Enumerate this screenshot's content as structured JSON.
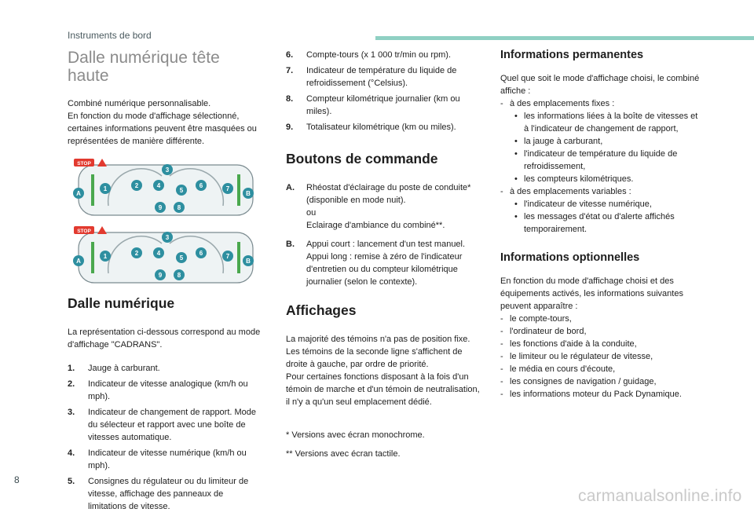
{
  "header": {
    "title": "Instruments de bord"
  },
  "page_number": "8",
  "watermark": "carmanualsonline.info",
  "col1": {
    "main_title": "Dalle numérique tête haute",
    "intro": "Combiné numérique personnalisable.\nEn fonction du mode d'affichage sélectionné, certaines informations peuvent être masquées ou représentées de manière différente.",
    "section_title": "Dalle numérique",
    "section_text": "La représentation ci-dessous correspond au mode d'affichage \"CADRANS\".",
    "items": [
      {
        "n": "1.",
        "t": "Jauge à carburant."
      },
      {
        "n": "2.",
        "t": "Indicateur de vitesse analogique (km/h ou mph)."
      },
      {
        "n": "3.",
        "t": "Indicateur de changement de rapport. Mode du sélecteur et rapport avec une boîte de vitesses automatique."
      },
      {
        "n": "4.",
        "t": "Indicateur de vitesse numérique (km/h ou mph)."
      },
      {
        "n": "5.",
        "t": "Consignes du régulateur ou du limiteur de vitesse, affichage des panneaux de limitations de vitesse."
      }
    ]
  },
  "diagram": {
    "stop_label": "STOP",
    "number_labels": [
      "1",
      "2",
      "3",
      "4",
      "5",
      "6",
      "7",
      "8",
      "9"
    ],
    "letter_labels": [
      "A",
      "B"
    ]
  },
  "col2": {
    "items": [
      {
        "n": "6.",
        "t": "Compte-tours (x 1 000 tr/min ou rpm)."
      },
      {
        "n": "7.",
        "t": "Indicateur de température du liquide de refroidissement (°Celsius)."
      },
      {
        "n": "8.",
        "t": "Compteur kilométrique journalier (km ou miles)."
      },
      {
        "n": "9.",
        "t": "Totalisateur kilométrique (km ou miles)."
      }
    ],
    "buttons_title": "Boutons de commande",
    "buttons": [
      {
        "n": "A.",
        "t": "Rhéostat d'éclairage du poste de conduite* (disponible en mode nuit).\nou\nEclairage d'ambiance du combiné**."
      },
      {
        "n": "B.",
        "t": "Appui court : lancement d'un test manuel.\nAppui long : remise à zéro de l'indicateur d'entretien ou du compteur kilométrique journalier (selon le contexte)."
      }
    ],
    "affichages_title": "Affichages",
    "affichages_text": "La majorité des témoins n'a pas de position fixe.\nLes témoins de la seconde ligne s'affichent de droite à gauche, par ordre de priorité.\nPour certaines fonctions disposant à la fois d'un témoin de marche et d'un témoin de neutralisation, il n'y a qu'un seul emplacement dédié.",
    "footnote1": "*  Versions avec écran monochrome.",
    "footnote2": "** Versions avec écran tactile."
  },
  "col3": {
    "perm_title": "Informations permanentes",
    "perm_intro": "Quel que soit le mode d'affichage choisi, le combiné affiche :",
    "perm_list": [
      {
        "lvl": 1,
        "t": "à des emplacements fixes :"
      },
      {
        "lvl": 2,
        "t": "les informations liées à la boîte de vitesses et à l'indicateur de changement de rapport,"
      },
      {
        "lvl": 2,
        "t": "la jauge à carburant,"
      },
      {
        "lvl": 2,
        "t": "l'indicateur de température du liquide de refroidissement,"
      },
      {
        "lvl": 2,
        "t": "les compteurs kilométriques."
      },
      {
        "lvl": 1,
        "t": "à des emplacements variables :"
      },
      {
        "lvl": 2,
        "t": "l'indicateur de vitesse numérique,"
      },
      {
        "lvl": 2,
        "t": "les messages d'état ou d'alerte affichés temporairement."
      }
    ],
    "opt_title": "Informations optionnelles",
    "opt_intro": "En fonction du mode d'affichage choisi et des équipements activés, les informations suivantes peuvent apparaître :",
    "opt_list": [
      "le compte-tours,",
      "l'ordinateur de bord,",
      "les fonctions d'aide à la conduite,",
      "le limiteur ou le régulateur de vitesse,",
      "le média en cours d'écoute,",
      "les consignes de navigation / guidage,",
      "les informations moteur du Pack Dynamique."
    ]
  },
  "colors": {
    "accent_bar": "#8fd0c3",
    "callout": "#2e8fa0",
    "warning": "#e23a2f",
    "gauge_green": "#4aa84e"
  }
}
